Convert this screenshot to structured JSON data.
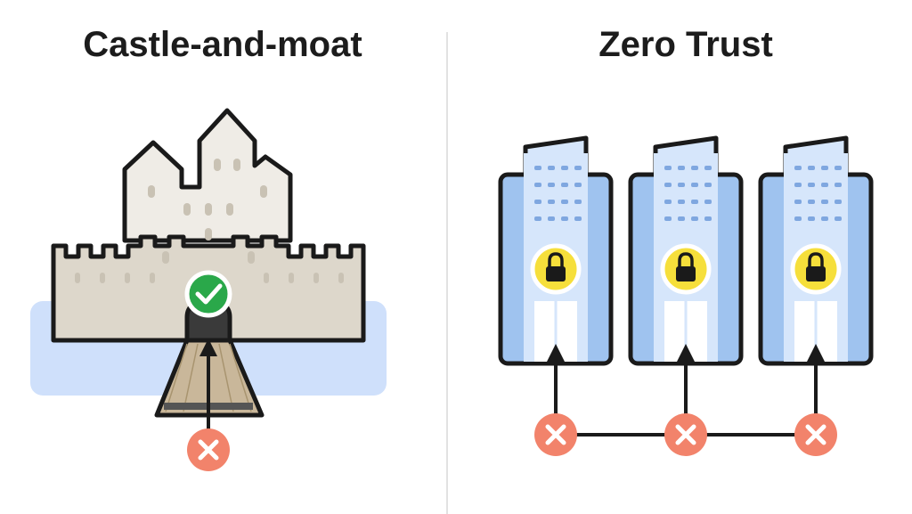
{
  "panels": {
    "left": {
      "title": "Castle-and-moat"
    },
    "right": {
      "title": "Zero Trust"
    }
  },
  "icons": {
    "castle": "castle-illustration",
    "gate_badge": "check-icon",
    "outside_marker": "x-icon",
    "building_lock": "padlock-icon"
  },
  "colors": {
    "castle_fill": "#ddd7cb",
    "castle_light": "#efece6",
    "moat": "#cfe0fb",
    "bridge": "#c9b79a",
    "check_green": "#2aa84a",
    "x_salmon": "#f2836b",
    "building_blue": "#9fc3ef",
    "building_light": "#d6e6fb",
    "lock_yellow": "#f6df3b",
    "outline": "#1a1a1a"
  }
}
